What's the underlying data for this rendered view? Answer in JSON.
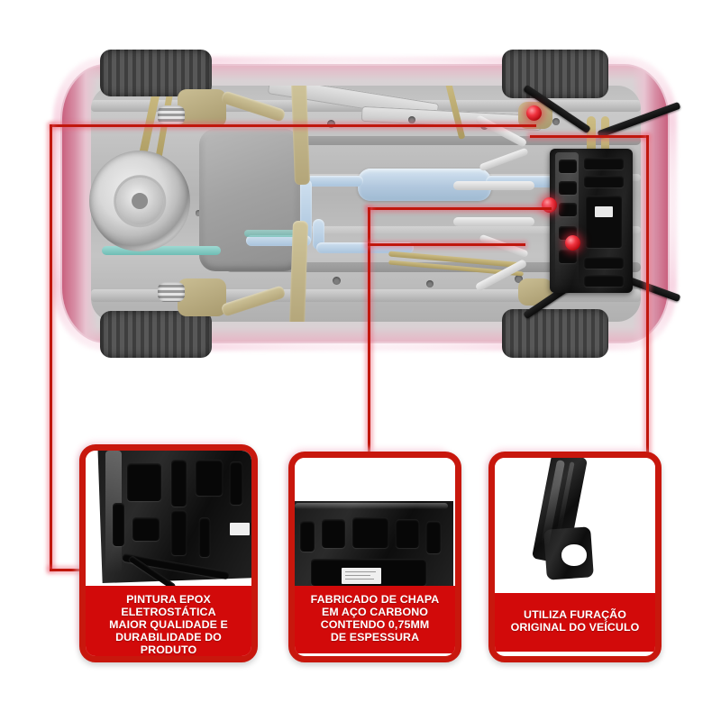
{
  "poster": {
    "title": "Protetor de Carter - Infografico do Produto",
    "accent_red": "#d20a0a",
    "leader_red": "#c0170d",
    "card_border_red": "#c8170d",
    "body_tint_pink": "#c9617f"
  },
  "hero": {
    "name": "vehicle-underbody-photo",
    "description": "Vista inferior do veiculo com protetor de carter instalado",
    "part_name": "skid-plate"
  },
  "anchors": [
    {
      "id": "anchor-paint",
      "label": "ponto-pintura"
    },
    {
      "id": "anchor-steel",
      "label": "ponto-chapa"
    },
    {
      "id": "anchor-drilling",
      "label": "ponto-furacao"
    }
  ],
  "callouts": [
    {
      "id": "callout-paint",
      "photo_name": "skid-plate-surface-photo",
      "caption_lines": [
        "PINTURA EPOX",
        "ELETROSTÁTICA",
        "MAIOR QUALIDADE E",
        "DURABILIDADE DO PRODUTO"
      ]
    },
    {
      "id": "callout-steel",
      "photo_name": "skid-plate-stamping-photo",
      "caption_lines": [
        "FABRICADO DE CHAPA",
        "EM AÇO CARBONO",
        "CONTENDO 0,75MM",
        "DE ESPESSURA"
      ]
    },
    {
      "id": "callout-drilling",
      "photo_name": "mounting-bracket-photo",
      "caption_lines": [
        "UTILIZA FURAÇÃO",
        "ORIGINAL DO VEÍCULO"
      ]
    }
  ]
}
